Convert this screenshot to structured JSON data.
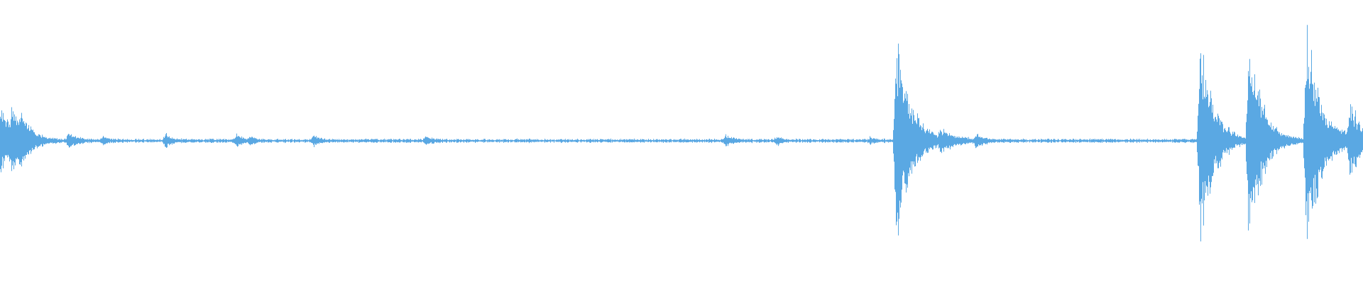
{
  "waveform": {
    "color": "#5aa8e3",
    "background": "#ffffff",
    "amplitude_scale": 1.0,
    "noise_floor": 0.012,
    "bursts": [
      {
        "t": 0.0,
        "amp": 0.28,
        "decay": 0.01
      },
      {
        "t": 0.008,
        "amp": 0.2,
        "decay": 0.008
      },
      {
        "t": 0.015,
        "amp": 0.14,
        "decay": 0.006
      },
      {
        "t": 0.05,
        "amp": 0.06,
        "decay": 0.006
      },
      {
        "t": 0.075,
        "amp": 0.03,
        "decay": 0.004
      },
      {
        "t": 0.121,
        "amp": 0.06,
        "decay": 0.004
      },
      {
        "t": 0.173,
        "amp": 0.05,
        "decay": 0.004
      },
      {
        "t": 0.183,
        "amp": 0.035,
        "decay": 0.004
      },
      {
        "t": 0.23,
        "amp": 0.045,
        "decay": 0.004
      },
      {
        "t": 0.312,
        "amp": 0.03,
        "decay": 0.004
      },
      {
        "t": 0.532,
        "amp": 0.05,
        "decay": 0.004
      },
      {
        "t": 0.57,
        "amp": 0.04,
        "decay": 0.003
      },
      {
        "t": 0.638,
        "amp": 0.025,
        "decay": 0.004
      },
      {
        "t": 0.657,
        "amp": 0.95,
        "decay": 0.01
      },
      {
        "t": 0.69,
        "amp": 0.08,
        "decay": 0.01
      },
      {
        "t": 0.716,
        "amp": 0.05,
        "decay": 0.005
      },
      {
        "t": 0.88,
        "amp": 1.0,
        "decay": 0.009
      },
      {
        "t": 0.916,
        "amp": 0.97,
        "decay": 0.009
      },
      {
        "t": 0.958,
        "amp": 0.93,
        "decay": 0.011
      },
      {
        "t": 0.99,
        "amp": 0.3,
        "decay": 0.01
      }
    ]
  }
}
